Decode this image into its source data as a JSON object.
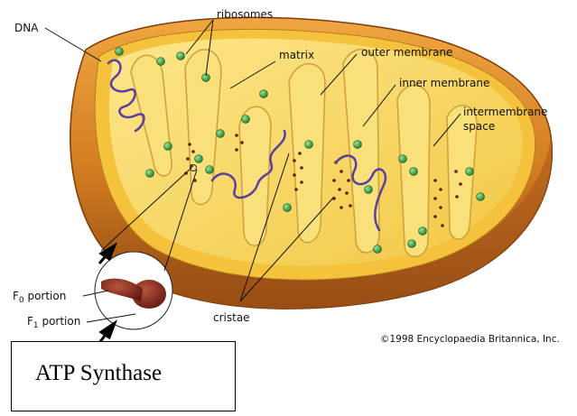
{
  "labels": {
    "dna": "DNA",
    "ribosomes": "ribosomes",
    "matrix": "matrix",
    "outer_membrane": "outer membrane",
    "inner_membrane": "inner membrane",
    "intermembrane_1": "intermembrane",
    "intermembrane_2": "space",
    "f0_base": "F",
    "f0_sub": "0",
    "f0_rest": " portion",
    "f1_base": "F",
    "f1_sub": "1",
    "f1_rest": " portion",
    "cristae": "cristae"
  },
  "copyright": "©1998 Encyclopaedia Britannica, Inc.",
  "caption": "ATP Synthase",
  "colors": {
    "outer_shell": "#c8761e",
    "membrane": "#f1c43a",
    "matrix": "#f7dd6f",
    "dna": "#5a3ea0",
    "ribosome": "#2f9a3f",
    "synthase": "#7a1f14"
  }
}
